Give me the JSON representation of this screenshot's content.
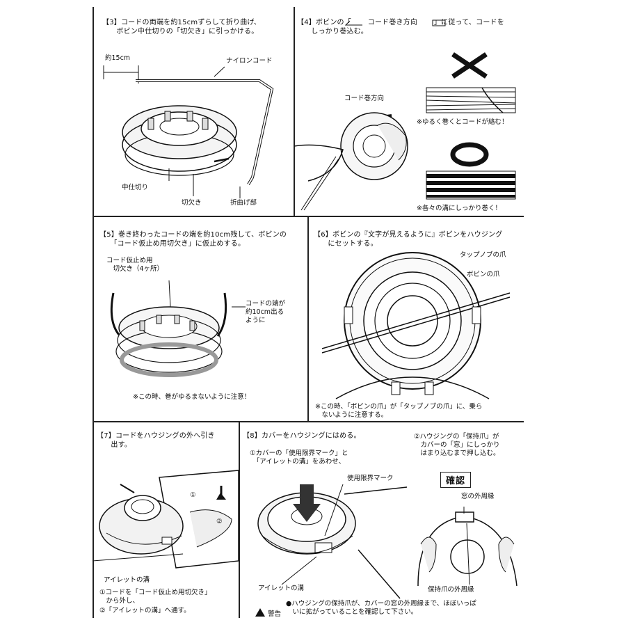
{
  "steps": {
    "s3": {
      "caption": "【3】コードの両端を約15cmずらして折り曲げ、\n　　ボビン中仕切りの「切欠き」に引っかける。",
      "label_15cm": "約15cm",
      "label_nylon": "ナイロンコード",
      "label_divider": "中仕切り",
      "label_notch": "切欠き",
      "label_bend": "折曲げ部"
    },
    "s4": {
      "caption": "【4】ボビンの「　　 コード巻き方向　　 」に従って、コードを\n　　しっかり巻込む。",
      "label_direction": "コード巻方向",
      "note_bad": "※ゆるく巻くとコードが絡む！",
      "note_good": "※各々の溝にしっかり巻く！"
    },
    "s5": {
      "caption": "【5】巻き終わったコードの端を約10cm残して、ボビンの\n　　「コード仮止め用切欠き」に仮止めする。",
      "label_notch": "コード仮止め用\n　切欠き（4ヶ所）",
      "label_end": "コードの端が\n約10cm出る\nように",
      "note": "※この時、巻がゆるまないように注意！"
    },
    "s6": {
      "caption": "【6】ボビンの『文字が見えるように』ボビンをハウジング\n　　にセットする。",
      "label_tap_claw": "タップノブの爪",
      "label_bobbin_claw": "ボビンの爪",
      "note": "※この時、「ボビンの爪」が「タップノブの爪」に、乗ら\n　ないように注意する。"
    },
    "s7": {
      "caption": "【7】コードをハウジングの外へ引き\n　　出す。",
      "label_eyelet": "アイレットの溝",
      "step1": "①コードを「コード仮止め用切欠き」\n　から外し、",
      "step2": "②「アイレットの溝」へ通す。",
      "mark1": "①",
      "mark2": "②"
    },
    "s8": {
      "caption": "【8】カバーをハウジングにはめる。",
      "sub1": "①カバーの「使用限界マーク」と\n　「アイレットの溝」をあわせ、",
      "sub2": "②ハウジングの「保持爪」が\n　カバーの「窓」にしっかり\n　はまり込むまで押し込む。",
      "label_limit": "使用限界マーク",
      "label_eyelet": "アイレットの溝",
      "badge": "確認",
      "label_window": "窓の外周縁",
      "label_claw": "保持爪の外周縁",
      "warning_word": "警告",
      "warning_text": "●ハウジングの保持爪が、カバーの窓の外周縁まで、ほぼいっぱ\n　いに拡がっていることを確認して下さい。"
    }
  }
}
